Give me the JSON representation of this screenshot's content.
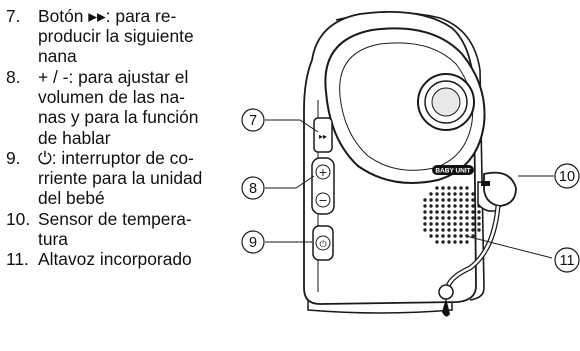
{
  "legend": {
    "items": [
      {
        "num": "7.",
        "text": "Botón ▸▸: para re-\nproducir la siguiente\nnana"
      },
      {
        "num": "8.",
        "text": "+ / -: para ajustar el\nvolumen de las na-\nnas y para la función\nde hablar"
      },
      {
        "num": "9.",
        "text": "⏻: interruptor de co-\nrriente para la unidad\ndel bebé"
      },
      {
        "num": "10.",
        "text": "Sensor de tempera-\ntura"
      },
      {
        "num": "11.",
        "text": "Altavoz incorporado"
      }
    ]
  },
  "device": {
    "badge": "BABY UNIT",
    "callouts": [
      "7",
      "8",
      "9",
      "10",
      "11"
    ],
    "buttons": {
      "next": "▸▸",
      "plus": "+",
      "minus": "−",
      "power": "⏻"
    }
  },
  "colors": {
    "line": "#1a1a1a",
    "body": "#ffffff",
    "speaker": "#222222"
  }
}
